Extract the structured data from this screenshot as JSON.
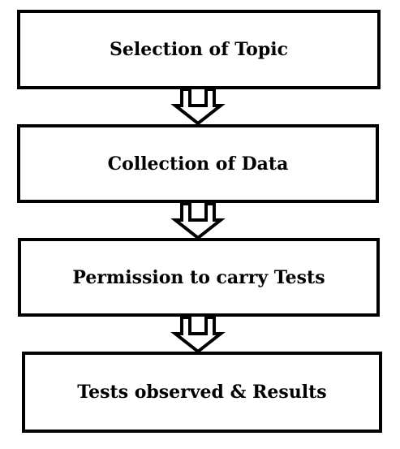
{
  "flowchart": {
    "steps": [
      {
        "label": "Selection of Topic"
      },
      {
        "label": "Collection of Data"
      },
      {
        "label": "Permission to carry Tests"
      },
      {
        "label": "Tests observed & Results"
      }
    ],
    "colors": {
      "stroke": "#000000",
      "fill": "#ffffff"
    },
    "connector": "hollow-down-arrow-icon"
  }
}
